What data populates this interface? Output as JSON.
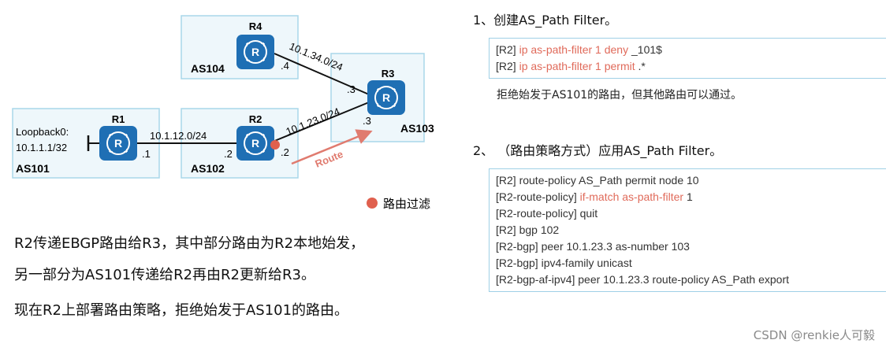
{
  "topology": {
    "routers": [
      {
        "id": "r1",
        "name": "R1"
      },
      {
        "id": "r2",
        "name": "R2"
      },
      {
        "id": "r3",
        "name": "R3"
      },
      {
        "id": "r4",
        "name": "R4"
      }
    ],
    "as_labels": {
      "as101": "AS101",
      "as102": "AS102",
      "as103": "AS103",
      "as104": "AS104"
    },
    "loopback": {
      "line1": "Loopback0:",
      "line2": "10.1.1.1/32"
    },
    "links": {
      "r1_r2": {
        "subnet": "10.1.12.0/24",
        "r1_end": ".1",
        "r2_end": ".2"
      },
      "r2_r3": {
        "subnet": "10.1.23.0/24",
        "r2_end": ".2",
        "r3_end": ".3"
      },
      "r4_r3": {
        "subnet": "10.1.34.0/24",
        "r4_end": ".4",
        "r3_end": ".3"
      }
    },
    "route_label": "Route",
    "legend": "路由过滤",
    "colors": {
      "router": "#1f6fb4",
      "as_fill": "#eef7fb",
      "as_border": "#a9d7ea",
      "filter_dot": "#e0604e",
      "route_arrow": "#e07b6f"
    }
  },
  "description": {
    "line1": "R2传递EBGP路由给R3，其中部分路由为R2本地始发，",
    "line2": "另一部分为AS101传递给R2再由R2更新给R3。",
    "line3": "现在R2上部署路由策略，拒绝始发于AS101的路由。"
  },
  "step1": {
    "title": "1、创建AS_Path Filter。",
    "code": [
      {
        "prefix": "[R2] ",
        "cmd": "ip as-path-filter 1 deny",
        "arg": " _101$"
      },
      {
        "prefix": "[R2] ",
        "cmd": "ip as-path-filter 1 permit",
        "arg": " .*"
      }
    ],
    "note": "拒绝始发于AS101的路由，但其他路由可以通过。"
  },
  "step2": {
    "title": "2、 （路由策略方式）应用AS_Path Filter。",
    "code": [
      {
        "prefix": "[R2] route-policy AS_Path permit node 10",
        "cmd": "",
        "arg": ""
      },
      {
        "prefix": "[R2-route-policy] ",
        "cmd": "if-match as-path-filter",
        "arg": " 1"
      },
      {
        "prefix": "[R2-route-policy] quit",
        "cmd": "",
        "arg": ""
      },
      {
        "prefix": "[R2] bgp 102",
        "cmd": "",
        "arg": ""
      },
      {
        "prefix": "[R2-bgp] peer 10.1.23.3 as-number 103",
        "cmd": "",
        "arg": ""
      },
      {
        "prefix": "[R2-bgp] ipv4-family unicast",
        "cmd": "",
        "arg": ""
      },
      {
        "prefix": "[R2-bgp-af-ipv4] peer 10.1.23.3 route-policy AS_Path export",
        "cmd": "",
        "arg": ""
      }
    ]
  },
  "watermark": "CSDN @renkie人可毅"
}
